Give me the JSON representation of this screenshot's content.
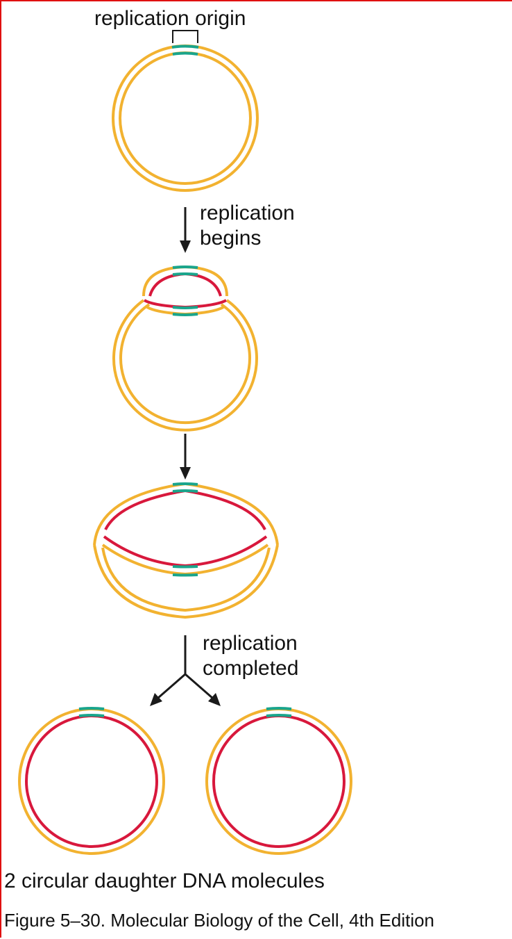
{
  "labels": {
    "origin": "replication origin",
    "begins_line1": "replication",
    "begins_line2": "begins",
    "completed_line1": "replication",
    "completed_line2": "completed",
    "daughters": "2 circular daughter DNA molecules"
  },
  "caption": "Figure 5–30. Molecular Biology of the Cell, 4th Edition",
  "colors": {
    "parental_strand": "#f2b230",
    "new_strand": "#d8183c",
    "origin_region": "#1aa58c",
    "arrow": "#1a1a1a",
    "frame": "#e01010"
  }
}
